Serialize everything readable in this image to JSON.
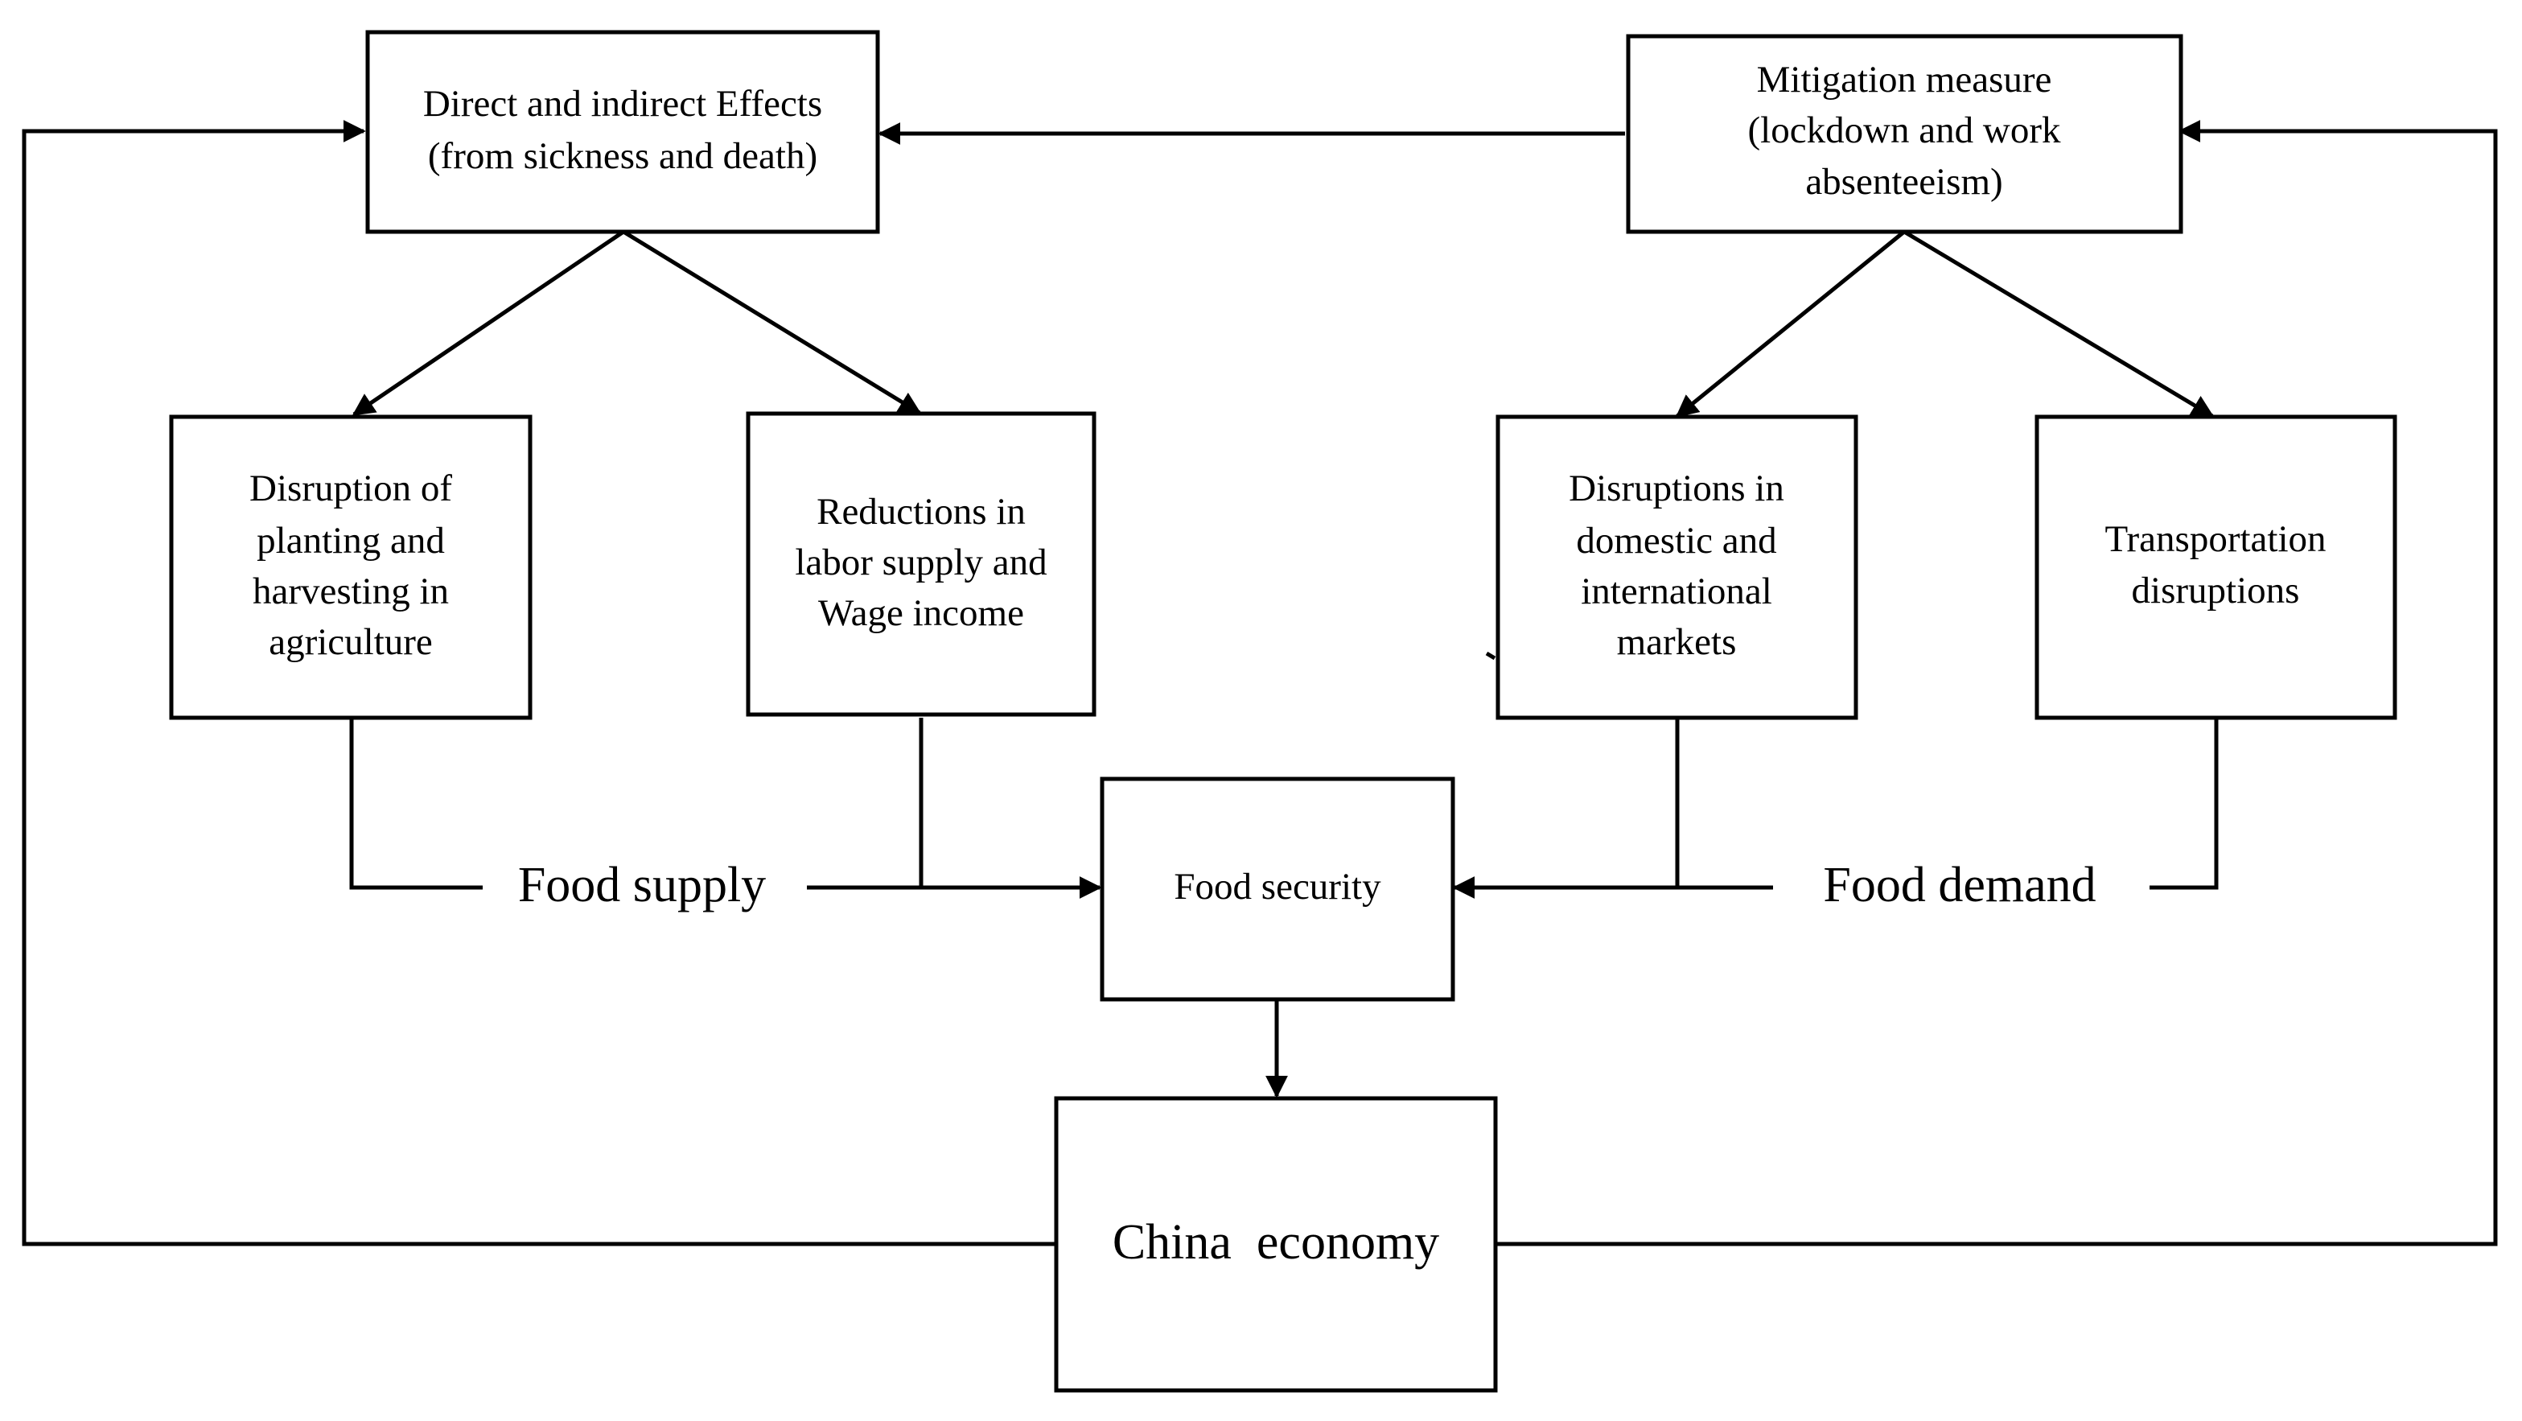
{
  "nodes": {
    "direct_effects": {
      "lines": [
        "Direct and indirect Effects",
        "(from sickness and death)"
      ]
    },
    "mitigation": {
      "lines": [
        "Mitigation measure",
        "(lockdown and work",
        "absenteeism)"
      ]
    },
    "disruption_planting": {
      "lines": [
        "Disruption of",
        "planting and",
        "harvesting in",
        "agriculture"
      ]
    },
    "reductions_labor": {
      "lines": [
        "Reductions in",
        "labor supply and",
        "Wage income"
      ]
    },
    "disruptions_markets": {
      "lines": [
        "Disruptions in",
        "domestic and",
        "international",
        "markets"
      ]
    },
    "transportation": {
      "lines": [
        "Transportation",
        "disruptions"
      ]
    },
    "food_security": {
      "lines": [
        "Food security"
      ]
    },
    "china_economy": {
      "lines": [
        "China  economy"
      ]
    }
  },
  "labels": {
    "food_supply": "Food supply",
    "food_demand": "Food demand"
  }
}
